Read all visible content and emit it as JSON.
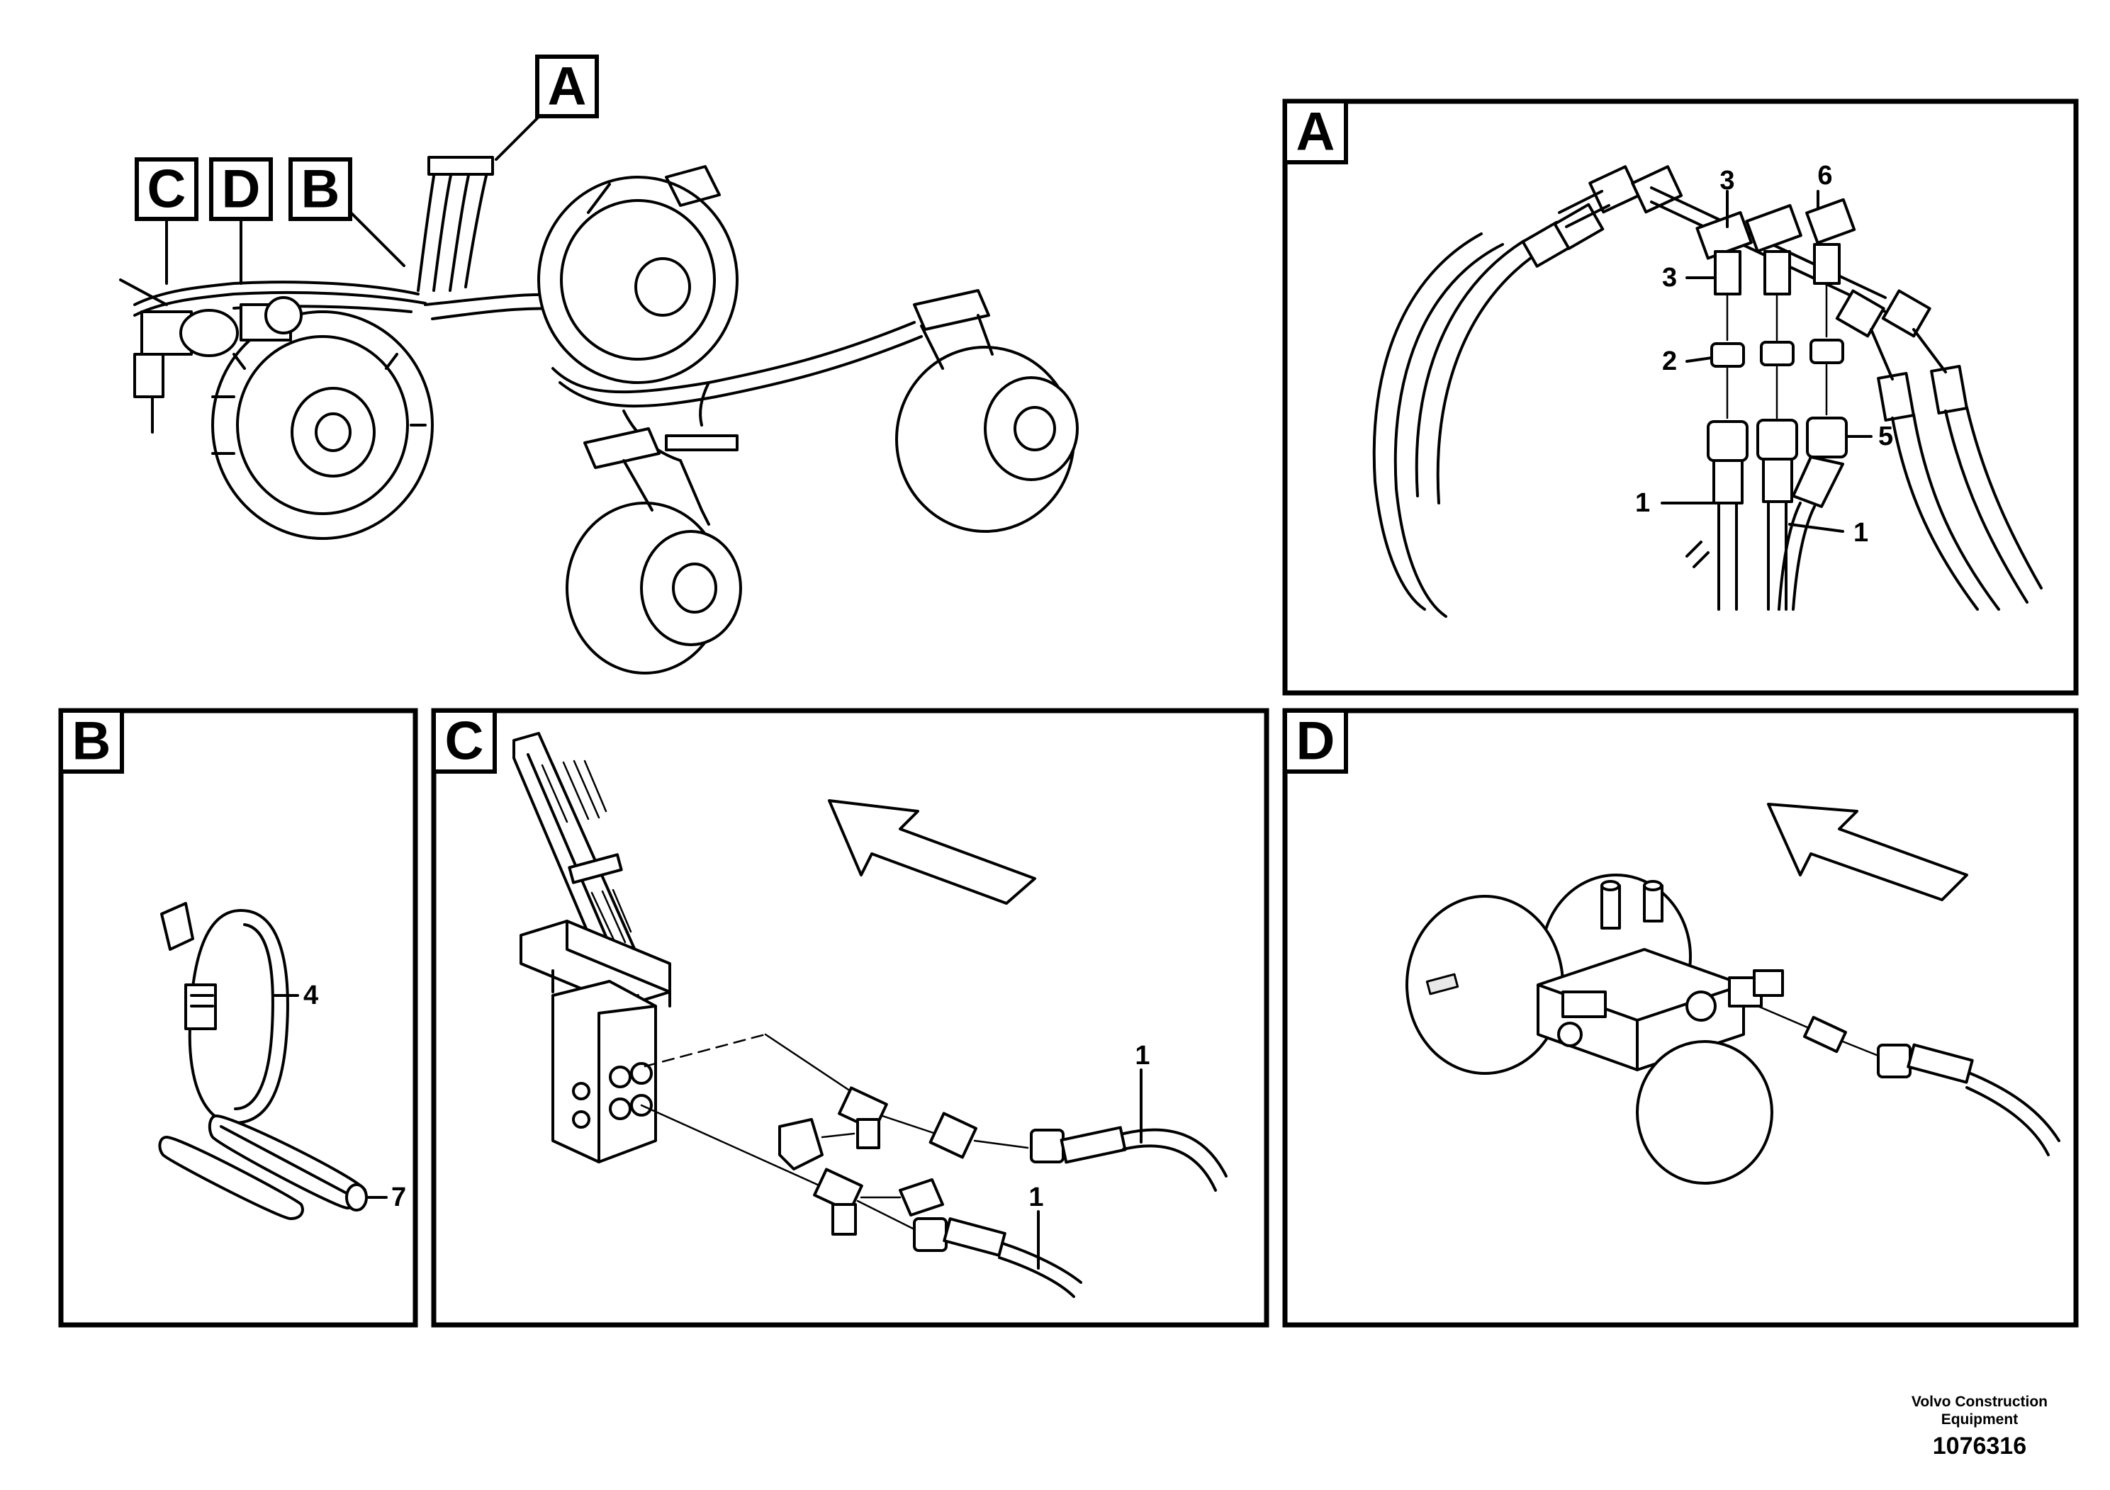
{
  "callouts": {
    "a": "A",
    "b": "B",
    "c": "C",
    "d": "D"
  },
  "panels": {
    "a": {
      "label": "A",
      "items": [
        "3",
        "6",
        "3",
        "2",
        "5",
        "1",
        "1"
      ]
    },
    "b": {
      "label": "B",
      "items": [
        "4",
        "7"
      ]
    },
    "c": {
      "label": "C",
      "items": [
        "1",
        "1"
      ]
    },
    "d": {
      "label": "D"
    }
  },
  "footer": {
    "brand_line1": "Volvo Construction",
    "brand_line2": "Equipment",
    "doc_number": "1076316"
  }
}
